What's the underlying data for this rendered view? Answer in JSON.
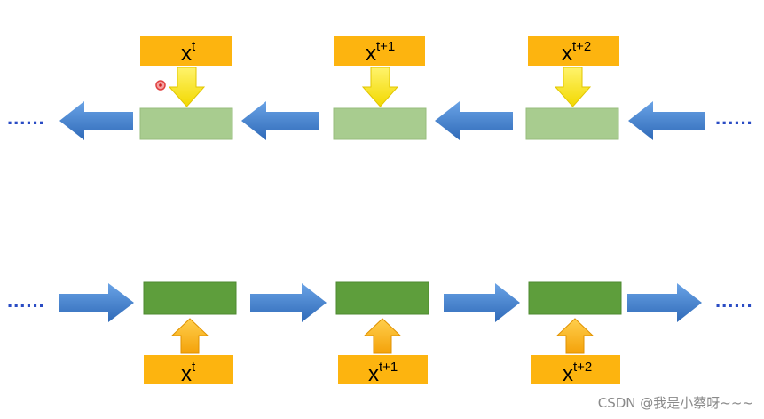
{
  "colors": {
    "orange": "#fdb40f",
    "green_light": "#a8cc8f",
    "green_dark": "#5e9e3c",
    "yellow": "#ffec0a",
    "blue": "#4a86cf",
    "dots": "#2a4cc4"
  },
  "top_row": {
    "direction": "right-to-left",
    "inputs": [
      {
        "base": "x",
        "sup": "t"
      },
      {
        "base": "x",
        "sup": "t+1"
      },
      {
        "base": "x",
        "sup": "t+2"
      }
    ],
    "ellipsis_left": "......",
    "ellipsis_right": "......"
  },
  "bottom_row": {
    "direction": "left-to-right",
    "inputs": [
      {
        "base": "x",
        "sup": "t"
      },
      {
        "base": "x",
        "sup": "t+1"
      },
      {
        "base": "x",
        "sup": "t+2"
      }
    ],
    "ellipsis_left": "......",
    "ellipsis_right": "......"
  },
  "watermark": "CSDN @我是小蔡呀~~~"
}
